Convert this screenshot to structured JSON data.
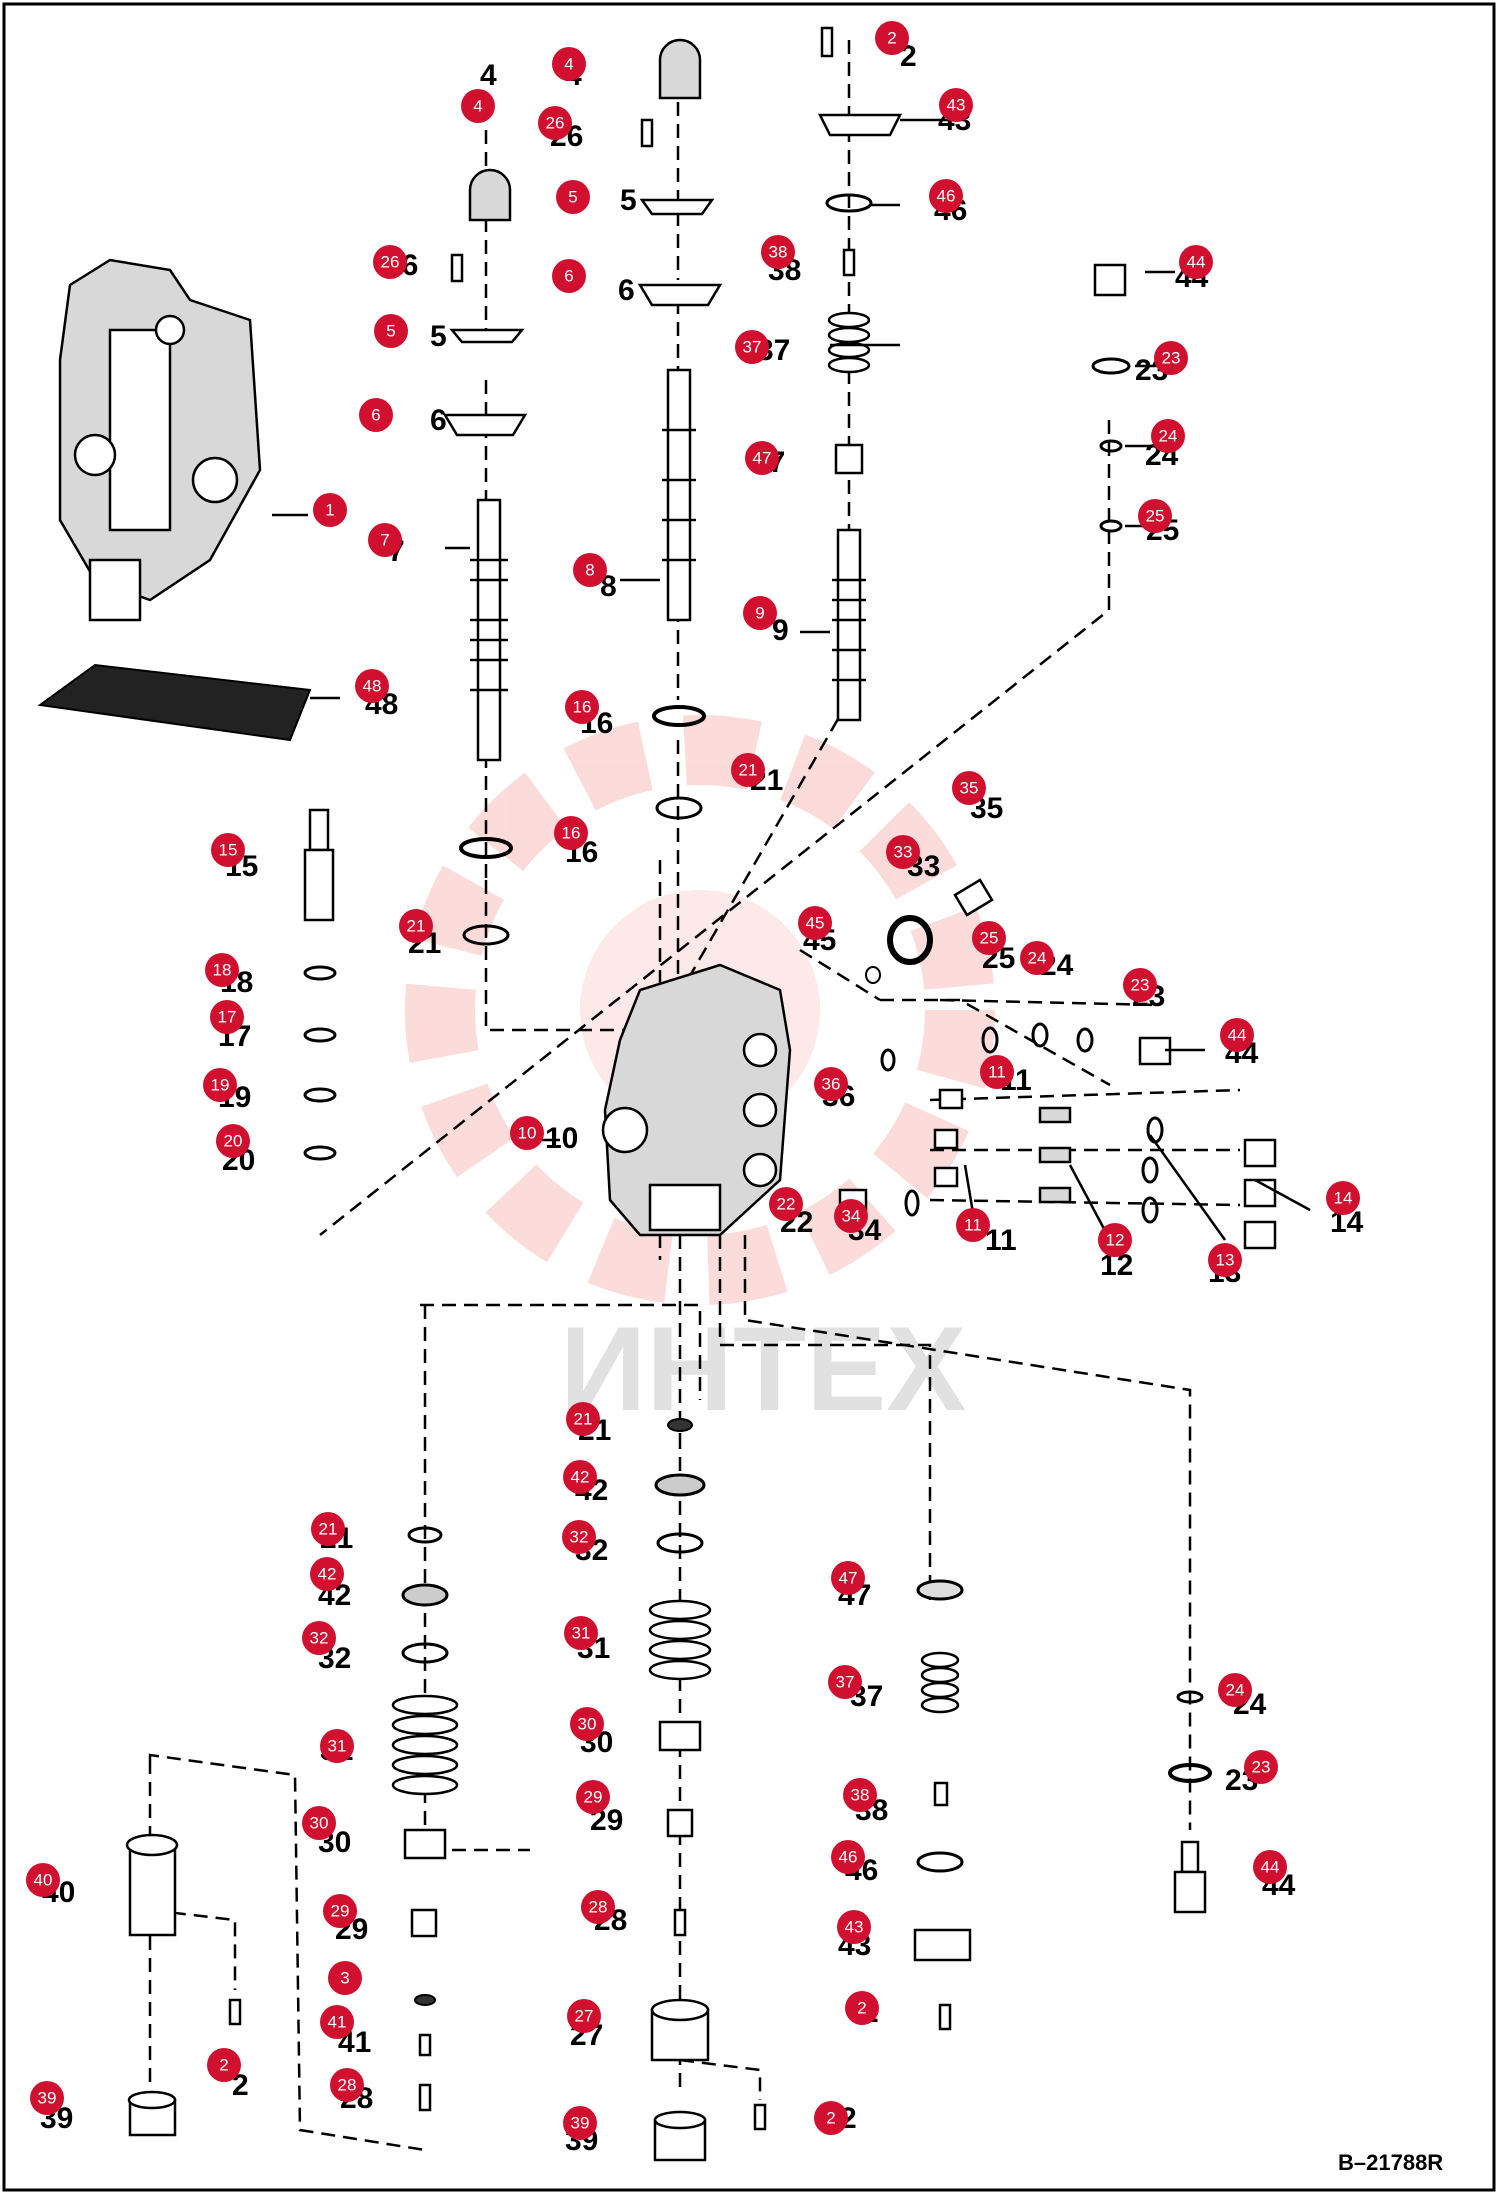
{
  "watermark": {
    "text": "ИНТЕХ",
    "color": "#ee3a3a"
  },
  "reference_code": "B–21788R",
  "callout_color": "#d0102e",
  "callouts": [
    {
      "id": "c1",
      "label": "1"
    },
    {
      "id": "c2a",
      "label": "2"
    },
    {
      "id": "c2b",
      "label": "2"
    },
    {
      "id": "c2c",
      "label": "2"
    },
    {
      "id": "c2d",
      "label": "2"
    },
    {
      "id": "c3",
      "label": "3"
    },
    {
      "id": "c4a",
      "label": "4"
    },
    {
      "id": "c4b",
      "label": "4"
    },
    {
      "id": "c5a",
      "label": "5"
    },
    {
      "id": "c5b",
      "label": "5"
    },
    {
      "id": "c6a",
      "label": "6"
    },
    {
      "id": "c6b",
      "label": "6"
    },
    {
      "id": "c7",
      "label": "7"
    },
    {
      "id": "c8",
      "label": "8"
    },
    {
      "id": "c9",
      "label": "9"
    },
    {
      "id": "c10",
      "label": "10"
    },
    {
      "id": "c11a",
      "label": "11"
    },
    {
      "id": "c11b",
      "label": "11"
    },
    {
      "id": "c12",
      "label": "12"
    },
    {
      "id": "c13",
      "label": "13"
    },
    {
      "id": "c14",
      "label": "14"
    },
    {
      "id": "c15",
      "label": "15"
    },
    {
      "id": "c16a",
      "label": "16"
    },
    {
      "id": "c16b",
      "label": "16"
    },
    {
      "id": "c17",
      "label": "17"
    },
    {
      "id": "c18",
      "label": "18"
    },
    {
      "id": "c19",
      "label": "19"
    },
    {
      "id": "c20",
      "label": "20"
    },
    {
      "id": "c21a",
      "label": "21"
    },
    {
      "id": "c21b",
      "label": "21"
    },
    {
      "id": "c21c",
      "label": "21"
    },
    {
      "id": "c21d",
      "label": "21"
    },
    {
      "id": "c22",
      "label": "22"
    },
    {
      "id": "c23a",
      "label": "23"
    },
    {
      "id": "c23b",
      "label": "23"
    },
    {
      "id": "c23c",
      "label": "23"
    },
    {
      "id": "c24a",
      "label": "24"
    },
    {
      "id": "c24b",
      "label": "24"
    },
    {
      "id": "c24c",
      "label": "24"
    },
    {
      "id": "c25a",
      "label": "25"
    },
    {
      "id": "c25b",
      "label": "25"
    },
    {
      "id": "c26a",
      "label": "26"
    },
    {
      "id": "c26b",
      "label": "26"
    },
    {
      "id": "c27",
      "label": "27"
    },
    {
      "id": "c28a",
      "label": "28"
    },
    {
      "id": "c28b",
      "label": "28"
    },
    {
      "id": "c29a",
      "label": "29"
    },
    {
      "id": "c29b",
      "label": "29"
    },
    {
      "id": "c30a",
      "label": "30"
    },
    {
      "id": "c30b",
      "label": "30"
    },
    {
      "id": "c31a",
      "label": "31"
    },
    {
      "id": "c31b",
      "label": "31"
    },
    {
      "id": "c32a",
      "label": "32"
    },
    {
      "id": "c32b",
      "label": "32"
    },
    {
      "id": "c33",
      "label": "33"
    },
    {
      "id": "c34",
      "label": "34"
    },
    {
      "id": "c35",
      "label": "35"
    },
    {
      "id": "c36",
      "label": "36"
    },
    {
      "id": "c37a",
      "label": "37"
    },
    {
      "id": "c37b",
      "label": "37"
    },
    {
      "id": "c38a",
      "label": "38"
    },
    {
      "id": "c38b",
      "label": "38"
    },
    {
      "id": "c39a",
      "label": "39"
    },
    {
      "id": "c39b",
      "label": "39"
    },
    {
      "id": "c40",
      "label": "40"
    },
    {
      "id": "c41",
      "label": "41"
    },
    {
      "id": "c42a",
      "label": "42"
    },
    {
      "id": "c42b",
      "label": "42"
    },
    {
      "id": "c43a",
      "label": "43"
    },
    {
      "id": "c43b",
      "label": "43"
    },
    {
      "id": "c44a",
      "label": "44"
    },
    {
      "id": "c44b",
      "label": "44"
    },
    {
      "id": "c44c",
      "label": "44"
    },
    {
      "id": "c45",
      "label": "45"
    },
    {
      "id": "c46a",
      "label": "46"
    },
    {
      "id": "c46b",
      "label": "46"
    },
    {
      "id": "c47a",
      "label": "47"
    },
    {
      "id": "c47b",
      "label": "47"
    },
    {
      "id": "c48",
      "label": "48"
    }
  ],
  "printed_numbers": [
    {
      "id": "n1",
      "text": "1"
    },
    {
      "id": "n2a",
      "text": "2"
    },
    {
      "id": "n2b",
      "text": "2"
    },
    {
      "id": "n2c",
      "text": "2"
    },
    {
      "id": "n2d",
      "text": "2"
    },
    {
      "id": "n4a",
      "text": "4"
    },
    {
      "id": "n4b",
      "text": "4"
    },
    {
      "id": "n5a",
      "text": "5"
    },
    {
      "id": "n5b",
      "text": "5"
    },
    {
      "id": "n6a",
      "text": "6"
    },
    {
      "id": "n6b",
      "text": "6"
    },
    {
      "id": "n7",
      "text": "7"
    },
    {
      "id": "n8",
      "text": "8"
    },
    {
      "id": "n9",
      "text": "9"
    },
    {
      "id": "n10",
      "text": "10"
    },
    {
      "id": "n11a",
      "text": "11"
    },
    {
      "id": "n11b",
      "text": "11"
    },
    {
      "id": "n12",
      "text": "12"
    },
    {
      "id": "n13",
      "text": "13"
    },
    {
      "id": "n14",
      "text": "14"
    },
    {
      "id": "n15",
      "text": "15"
    },
    {
      "id": "n16a",
      "text": "16"
    },
    {
      "id": "n16b",
      "text": "16"
    },
    {
      "id": "n17",
      "text": "17"
    },
    {
      "id": "n18",
      "text": "18"
    },
    {
      "id": "n19",
      "text": "19"
    },
    {
      "id": "n20",
      "text": "20"
    },
    {
      "id": "n21a",
      "text": "21"
    },
    {
      "id": "n21b",
      "text": "21"
    },
    {
      "id": "n21c",
      "text": "21"
    },
    {
      "id": "n21d",
      "text": "21"
    },
    {
      "id": "n22",
      "text": "22"
    },
    {
      "id": "n23a",
      "text": "23"
    },
    {
      "id": "n23b",
      "text": "23"
    },
    {
      "id": "n23c",
      "text": "23"
    },
    {
      "id": "n24a",
      "text": "24"
    },
    {
      "id": "n24b",
      "text": "24"
    },
    {
      "id": "n24c",
      "text": "24"
    },
    {
      "id": "n25a",
      "text": "25"
    },
    {
      "id": "n25b",
      "text": "25"
    },
    {
      "id": "n26a",
      "text": "26"
    },
    {
      "id": "n26b",
      "text": "26"
    },
    {
      "id": "n27",
      "text": "27"
    },
    {
      "id": "n28a",
      "text": "28"
    },
    {
      "id": "n28b",
      "text": "28"
    },
    {
      "id": "n29a",
      "text": "29"
    },
    {
      "id": "n29b",
      "text": "29"
    },
    {
      "id": "n30a",
      "text": "30"
    },
    {
      "id": "n30b",
      "text": "30"
    },
    {
      "id": "n31a",
      "text": "31"
    },
    {
      "id": "n31b",
      "text": "31"
    },
    {
      "id": "n32a",
      "text": "32"
    },
    {
      "id": "n32b",
      "text": "32"
    },
    {
      "id": "n33",
      "text": "33"
    },
    {
      "id": "n34",
      "text": "34"
    },
    {
      "id": "n35",
      "text": "35"
    },
    {
      "id": "n36",
      "text": "36"
    },
    {
      "id": "n37a",
      "text": "37"
    },
    {
      "id": "n37b",
      "text": "37"
    },
    {
      "id": "n38a",
      "text": "38"
    },
    {
      "id": "n38b",
      "text": "38"
    },
    {
      "id": "n39a",
      "text": "39"
    },
    {
      "id": "n39b",
      "text": "39"
    },
    {
      "id": "n40",
      "text": "40"
    },
    {
      "id": "n41",
      "text": "41"
    },
    {
      "id": "n42a",
      "text": "42"
    },
    {
      "id": "n42b",
      "text": "42"
    },
    {
      "id": "n43a",
      "text": "43"
    },
    {
      "id": "n43b",
      "text": "43"
    },
    {
      "id": "n44a",
      "text": "44"
    },
    {
      "id": "n44b",
      "text": "44"
    },
    {
      "id": "n44c",
      "text": "44"
    },
    {
      "id": "n45",
      "text": "45"
    },
    {
      "id": "n46a",
      "text": "46"
    },
    {
      "id": "n46b",
      "text": "46"
    },
    {
      "id": "n47a",
      "text": "47"
    },
    {
      "id": "n47b",
      "text": "47"
    },
    {
      "id": "n48",
      "text": "48"
    }
  ]
}
